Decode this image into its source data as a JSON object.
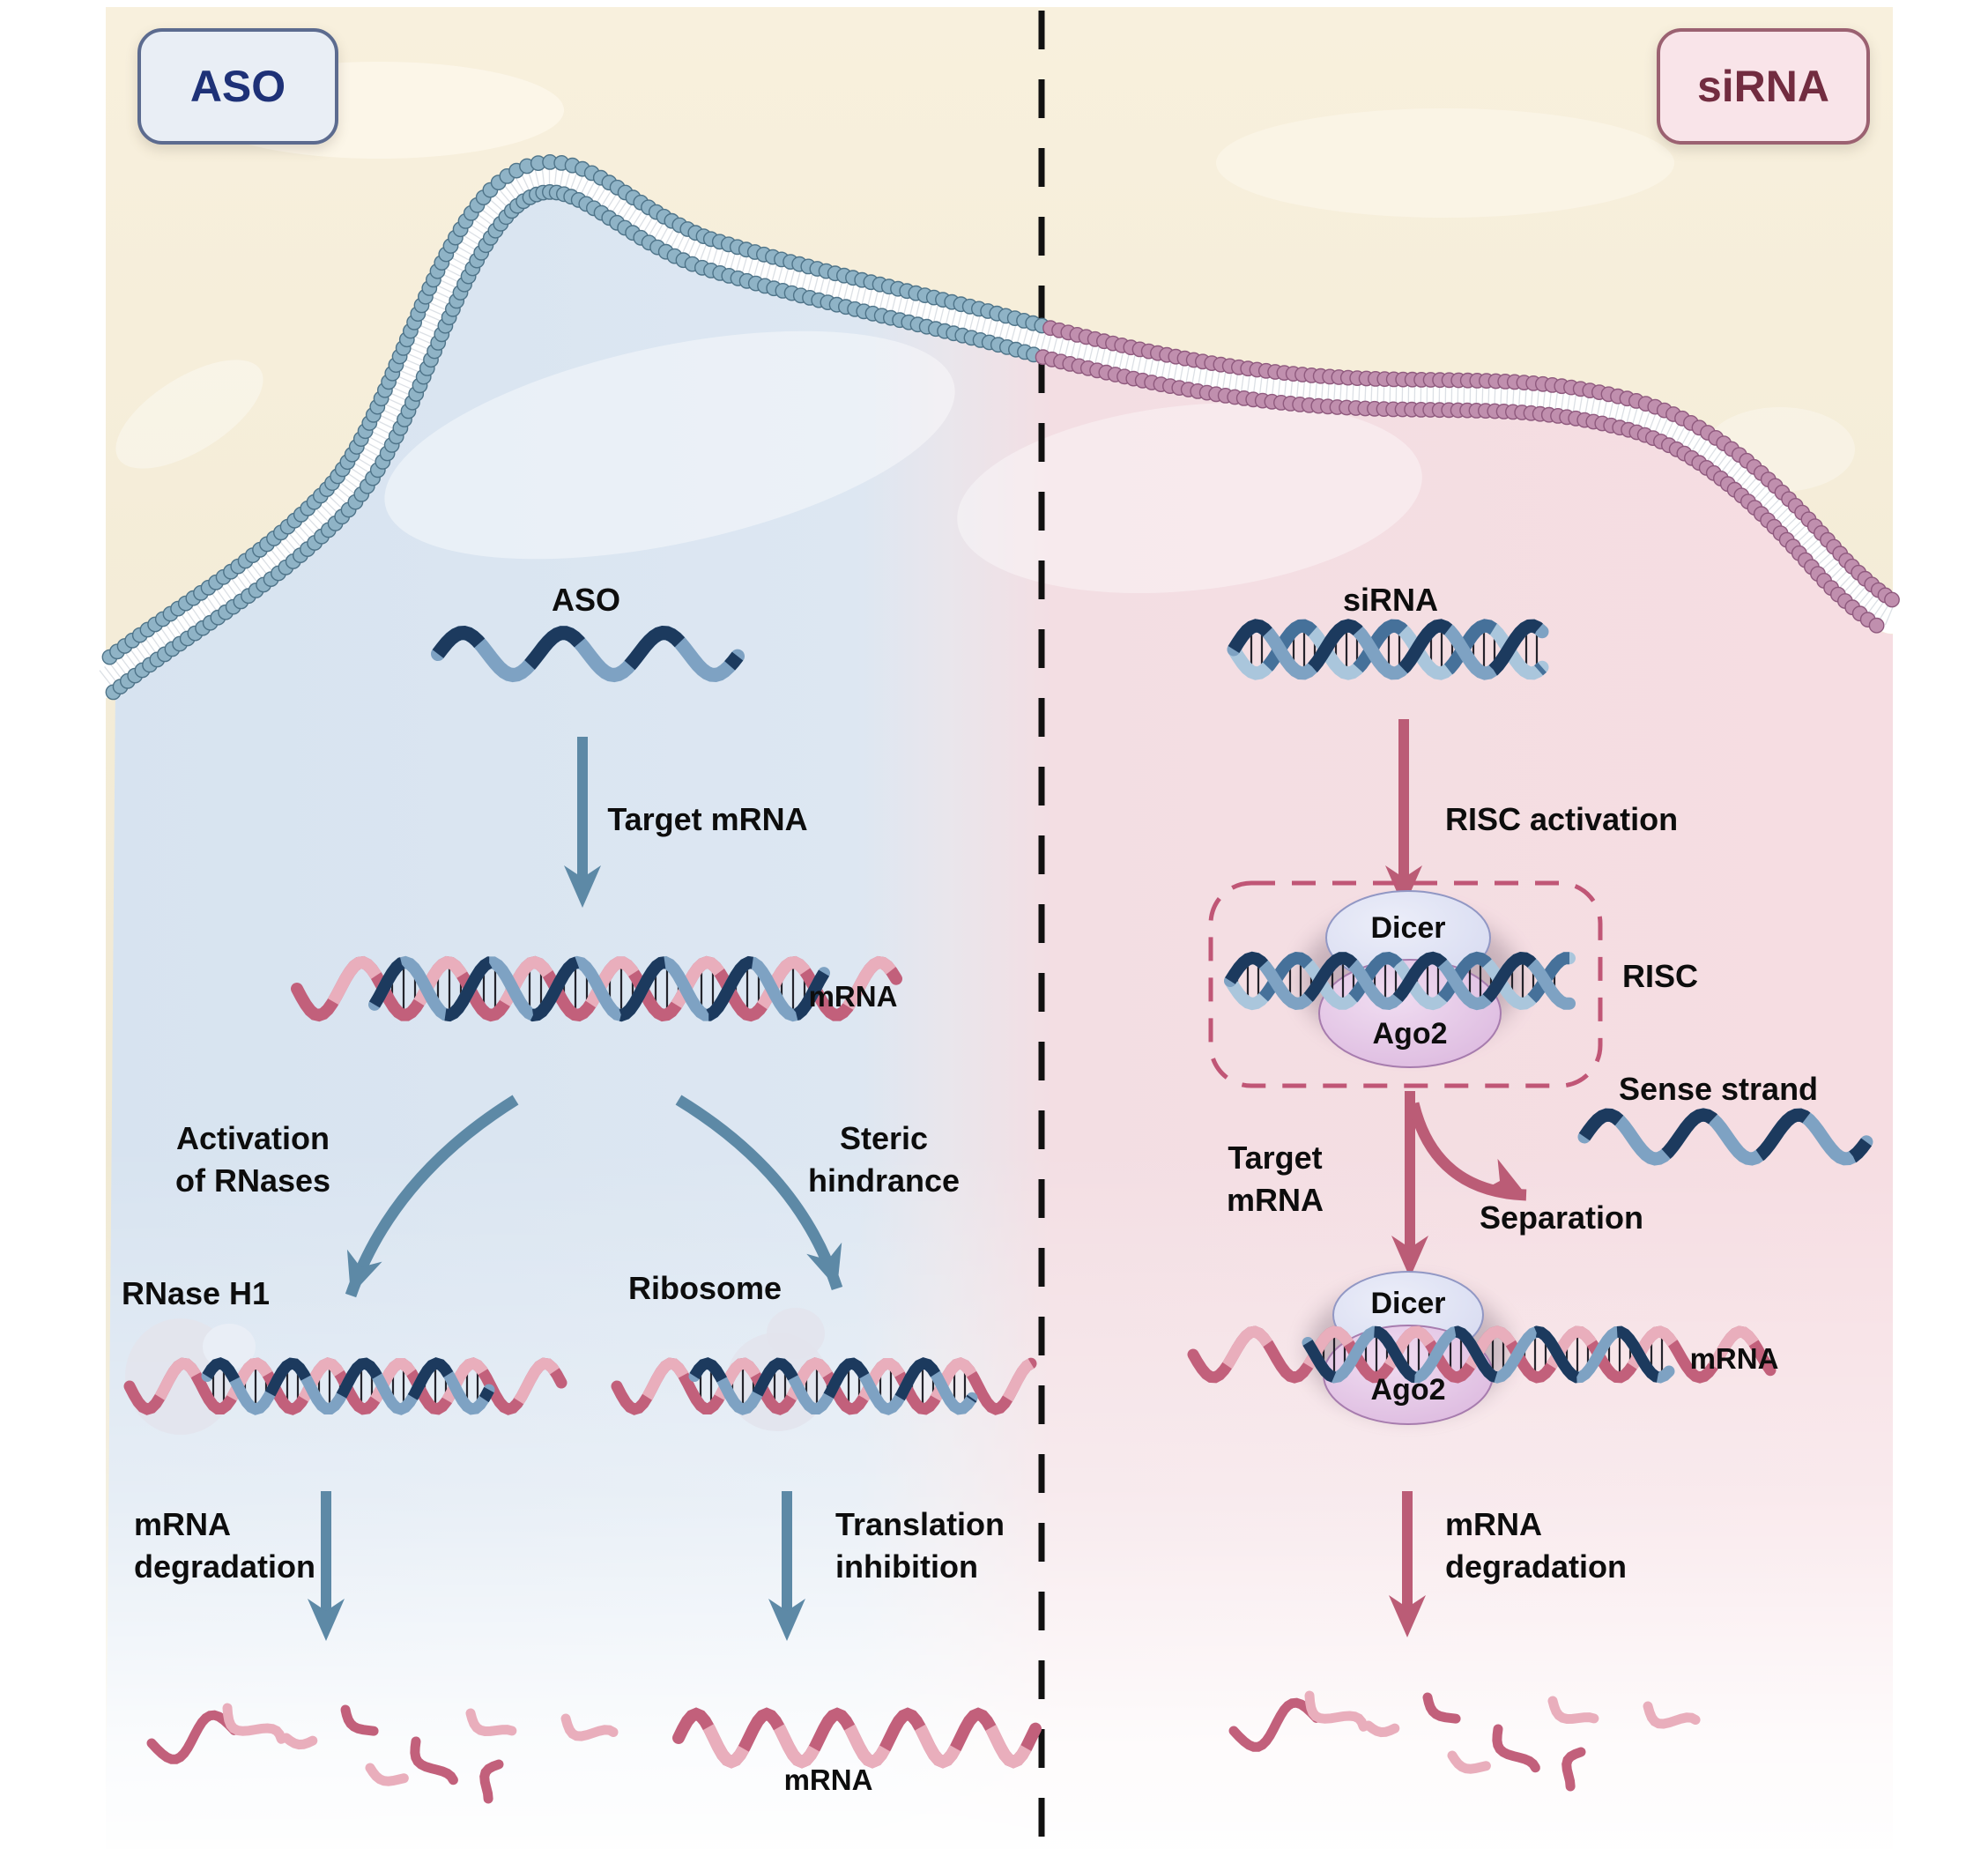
{
  "badges": {
    "left": "ASO",
    "right": "siRNA"
  },
  "left_pathway": {
    "oligo_label": "ASO",
    "step1": "Target mRNA",
    "mrna_label": "mRNA",
    "branch_left_line1": "Activation",
    "branch_left_line2": "of RNases",
    "branch_right_line1": "Steric",
    "branch_right_line2": "hindrance",
    "enzyme": "RNase H1",
    "ribosome": "Ribosome",
    "outcome_left_line1": "mRNA",
    "outcome_left_line2": "degradation",
    "outcome_right_line1": "Translation",
    "outcome_right_line2": "inhibition",
    "bottom_mrna_label": "mRNA"
  },
  "right_pathway": {
    "oligo_label": "siRNA",
    "step1": "RISC activation",
    "dicer": "Dicer",
    "ago2": "Ago2",
    "complex": "RISC",
    "sense_strand": "Sense strand",
    "separation": "Separation",
    "target_line1": "Target",
    "target_line2": "mRNA",
    "mrna_label": "mRNA",
    "dicer2": "Dicer",
    "ago2_2": "Ago2",
    "outcome_line1": "mRNA",
    "outcome_line2": "degradation"
  },
  "colors": {
    "cream": "#f8f0dd",
    "cream_deep": "#ece5cd",
    "cell_blue": "#d7e3f0",
    "cell_pink": "#f6dde2",
    "bead_blue": "#8fb3c6",
    "bead_blue_edge": "#4f7489",
    "bead_pink": "#c08fae",
    "bead_pink_edge": "#8f5a7e",
    "navy": "#1c3a5e",
    "steel": "#7ea2c3",
    "steel_light": "#aac6dc",
    "pink_dark": "#c2607b",
    "pink_light": "#e9aebc",
    "arrow_blue": "#5d89a6",
    "arrow_maroon": "#bb5c76",
    "dashed_box": "#c05676",
    "divider": "#111111",
    "dicer_fill": "#d3d7ef",
    "dicer_edge": "#9197c4",
    "ago2_fill": "#d9b3dc",
    "ago2_edge": "#a77cae",
    "blob": "#e3e4ed",
    "badge_aso_bg": "#e9eef5",
    "badge_aso_border": "#5c6b8f",
    "badge_aso_text": "#1e3177",
    "badge_sirna_bg": "#f9e4e9",
    "badge_sirna_border": "#9b6171",
    "badge_sirna_text": "#722c40",
    "text": "#0d0d0d"
  }
}
